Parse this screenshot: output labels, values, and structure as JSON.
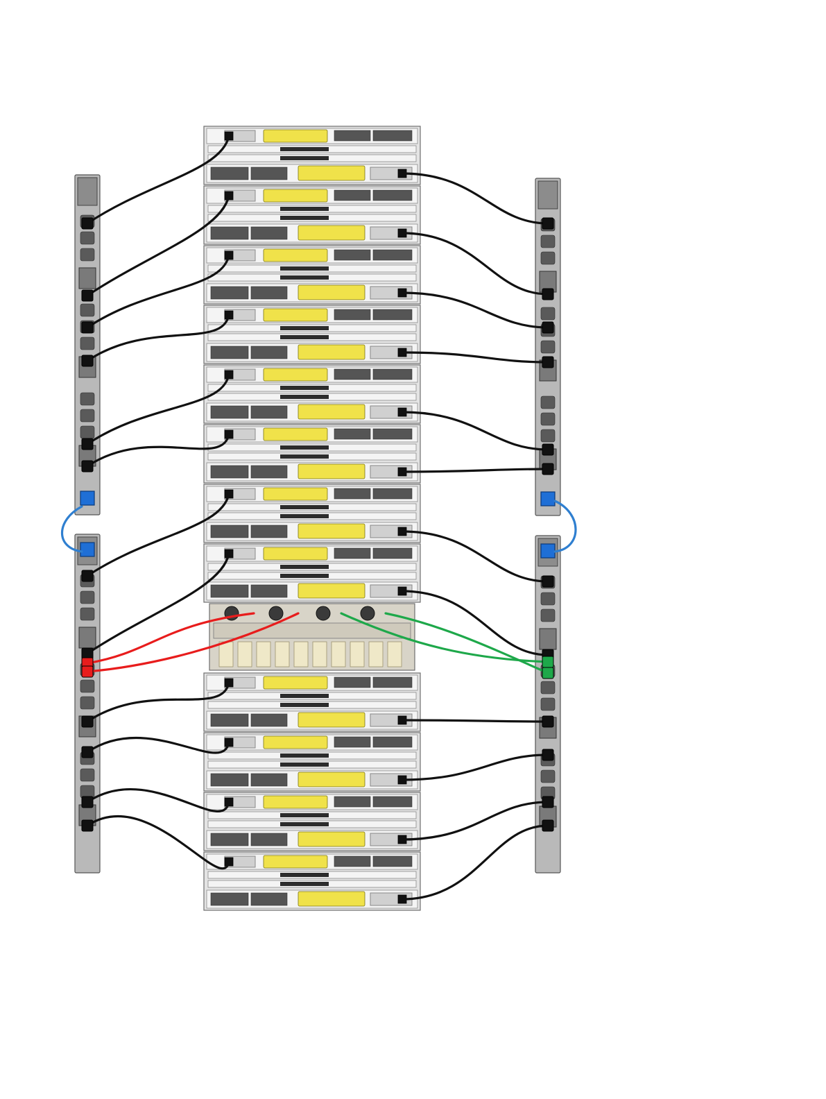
{
  "colors": {
    "power_cable": "#111111",
    "controller_cable_a": "#e81c1c",
    "controller_cable_b": "#1ea84a",
    "pdu_link_cable": "#2f7fd0",
    "pdu_link_plug": "#1f6fd6",
    "shelf_handle": "#f0e24a"
  },
  "icons": {
    "shelf": "disk-shelf-icon",
    "controller": "storage-controller-icon",
    "pdu": "power-distribution-unit-icon",
    "outlet": "power-outlet-icon"
  },
  "rack": {
    "shelves_above_controller": 8,
    "shelves_below_controller": 4,
    "controller_count": 1
  },
  "pdus": {
    "left_count": 2,
    "right_count": 2
  }
}
